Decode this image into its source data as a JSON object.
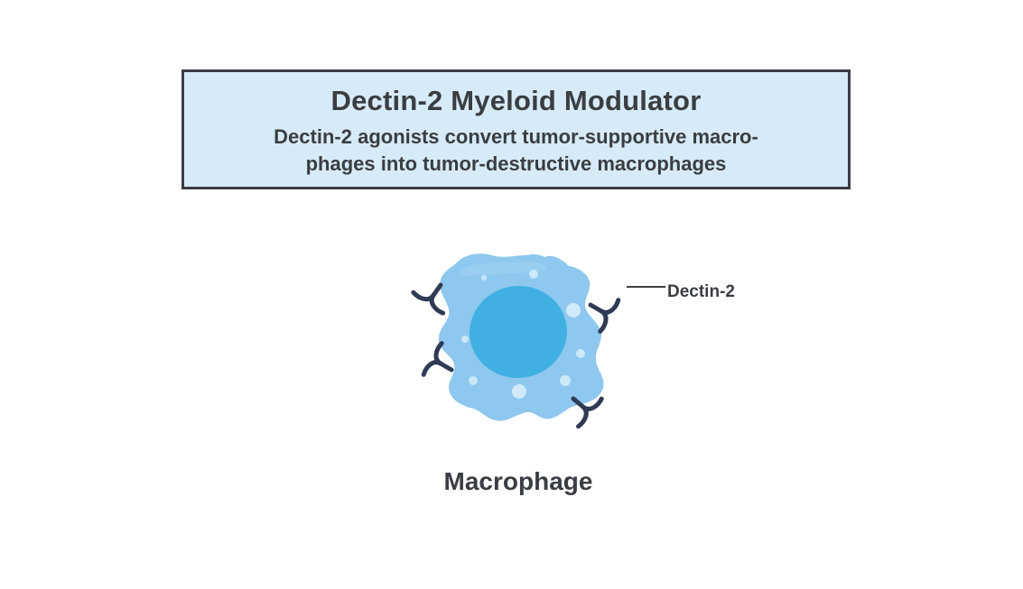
{
  "header": {
    "title": "Dectin-2 Myeloid Modulator",
    "subtitle": "Dectin-2 agonists convert tumor-supportive macro-\nphages into tumor-destructive macrophages"
  },
  "figure": {
    "cell_label": "Macrophage",
    "receptor_label": "Dectin-2"
  },
  "colors": {
    "box_fill": "#d7eaf7",
    "box_border": "#3a3d42",
    "cell_body": "#8ec8ee",
    "nucleus": "#40b0e3",
    "vesicle": "#d4ecfa",
    "receptor": "#2f3b55",
    "text": "#3a3d42"
  },
  "icons": {
    "cell": "macrophage-icon",
    "receptor": "receptor-y-icon"
  }
}
